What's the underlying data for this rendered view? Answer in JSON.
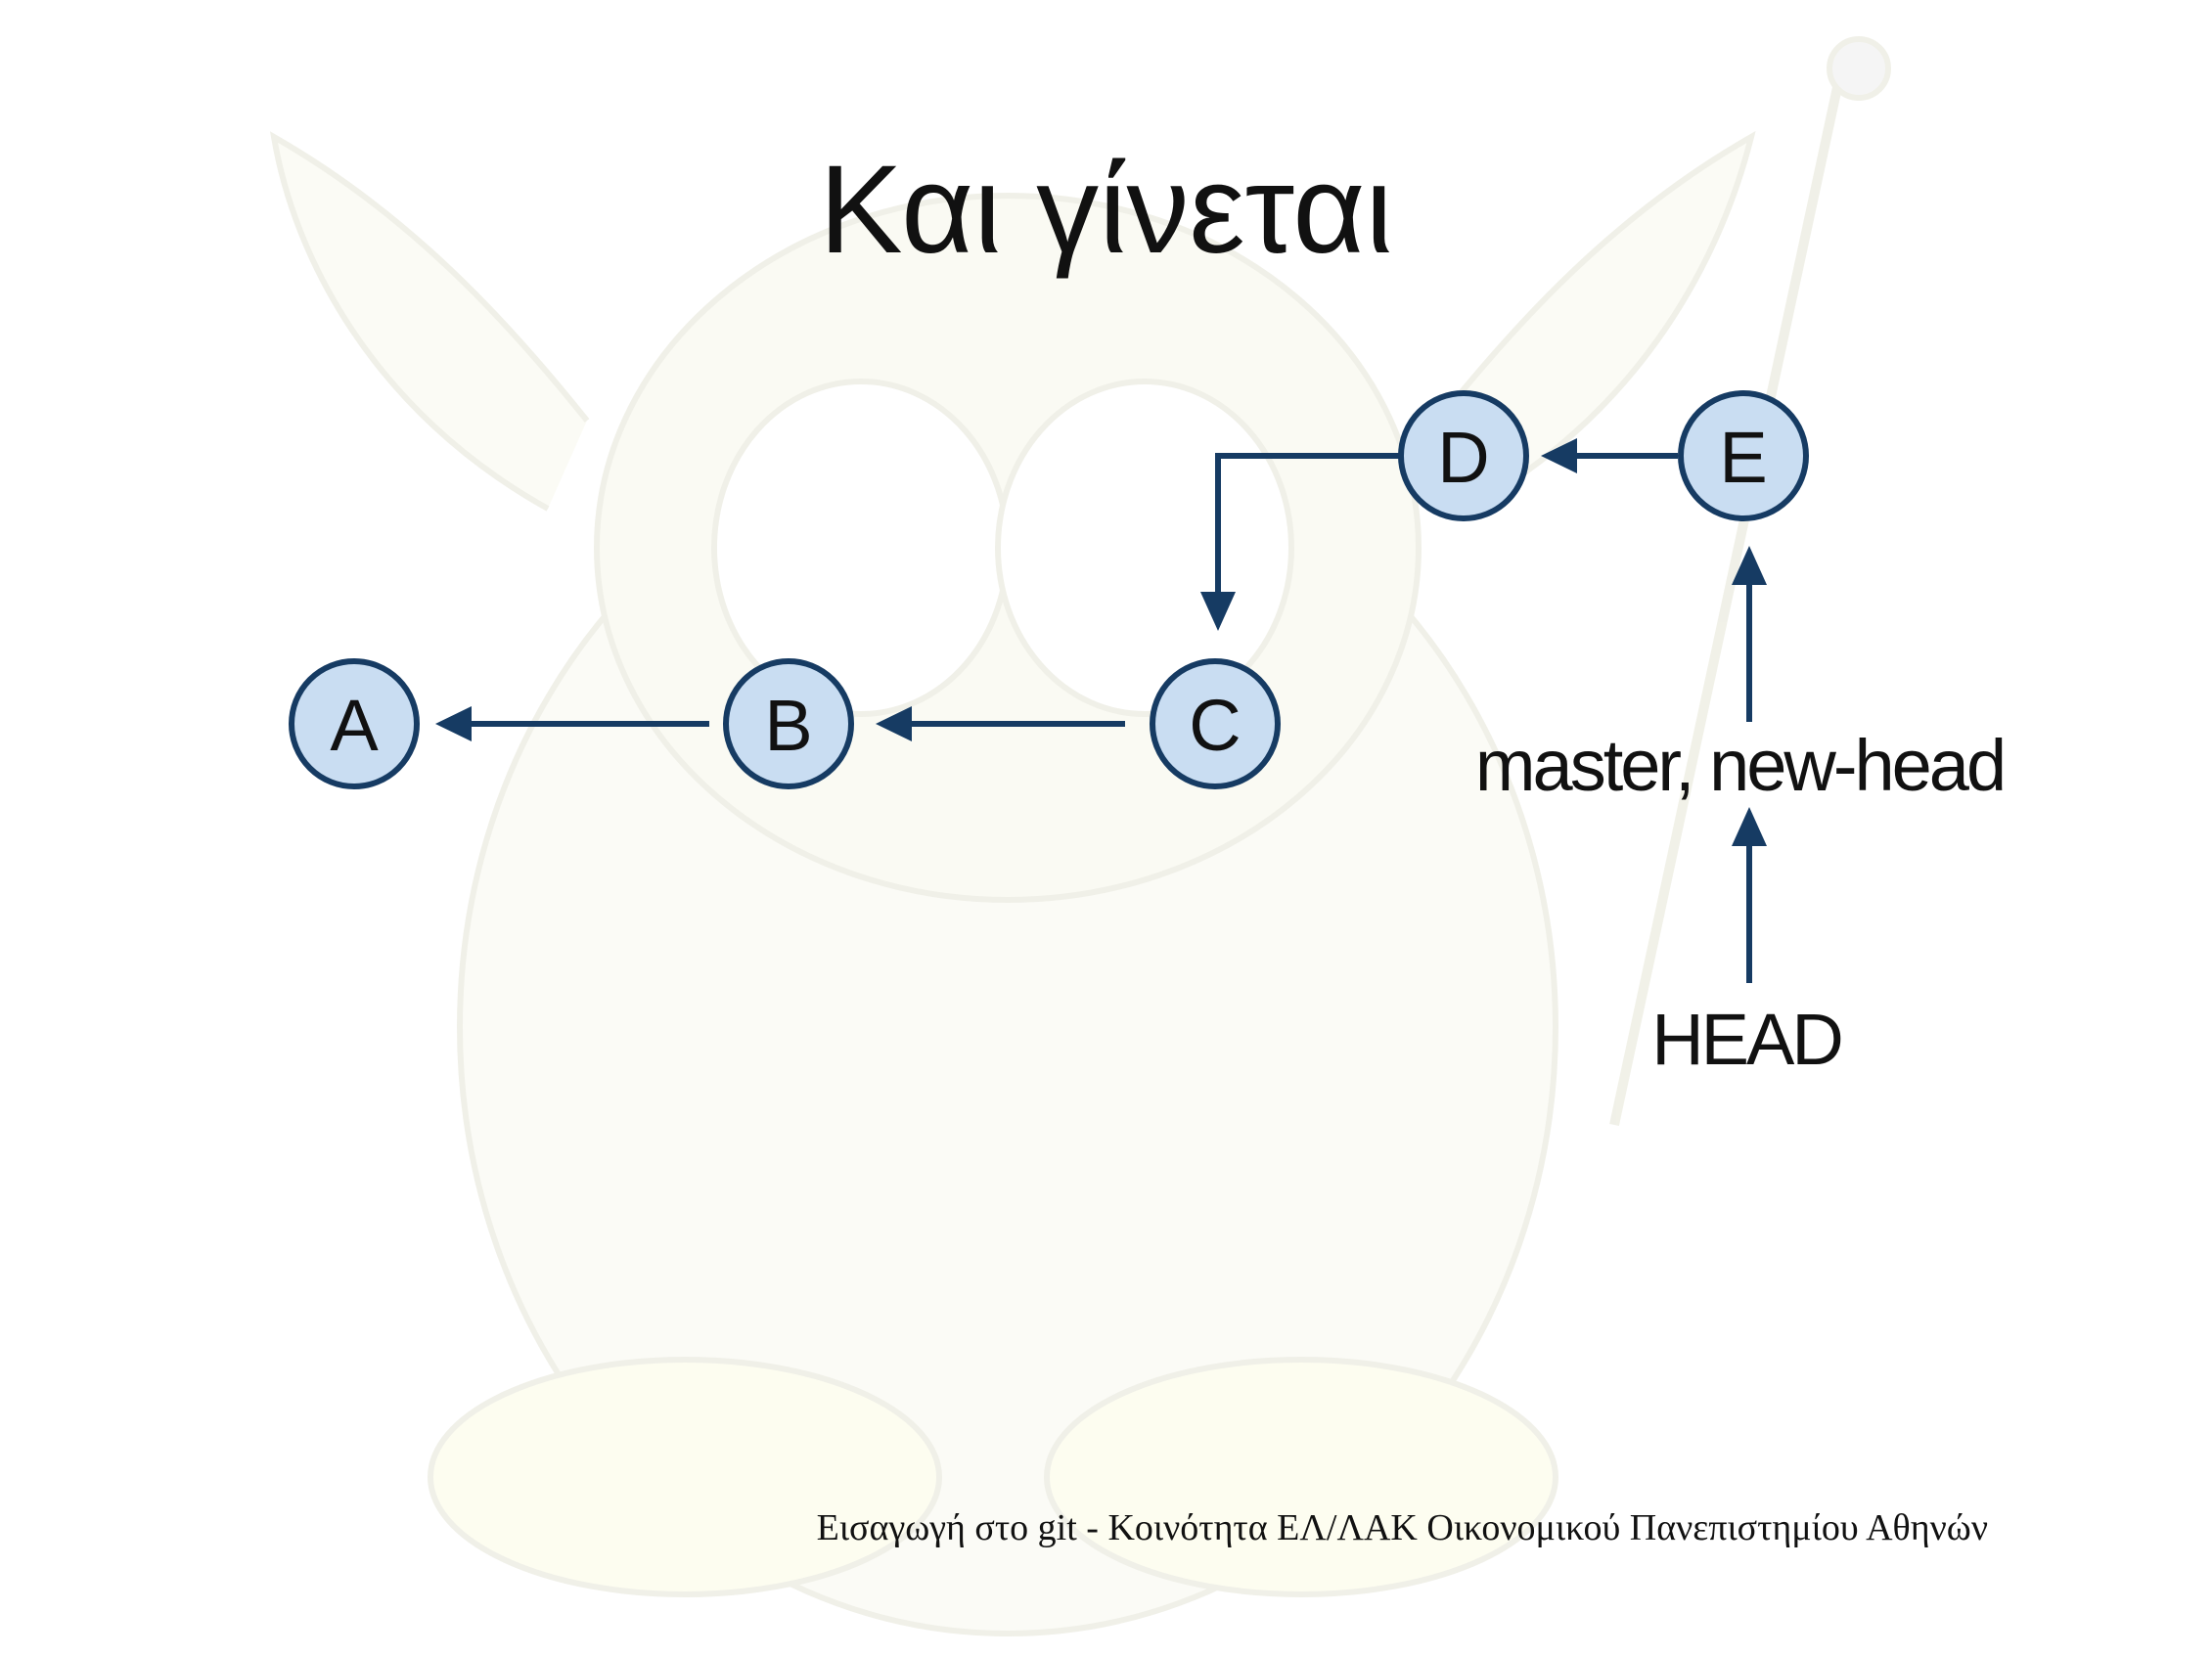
{
  "slide": {
    "title": "Και γίνεται",
    "footer": "Εισαγωγή στο git - Κοινότητα ΕΛ/ΛΑΚ Οικονομικού Πανεπιστημίου Αθηνών"
  },
  "diagram": {
    "nodes": [
      {
        "id": "A",
        "label": "A"
      },
      {
        "id": "B",
        "label": "B"
      },
      {
        "id": "C",
        "label": "C"
      },
      {
        "id": "D",
        "label": "D"
      },
      {
        "id": "E",
        "label": "E"
      }
    ],
    "edges": [
      {
        "from": "B",
        "to": "A"
      },
      {
        "from": "C",
        "to": "B"
      },
      {
        "from": "D",
        "to": "C"
      },
      {
        "from": "E",
        "to": "D"
      },
      {
        "from": "master, new-head",
        "to": "E"
      },
      {
        "from": "HEAD",
        "to": "master, new-head"
      }
    ],
    "refs": {
      "branches": "master, new-head",
      "head": "HEAD"
    },
    "colors": {
      "node_fill": "#c9ddf2",
      "node_stroke": "#163b63",
      "arrow": "#163b63"
    }
  }
}
